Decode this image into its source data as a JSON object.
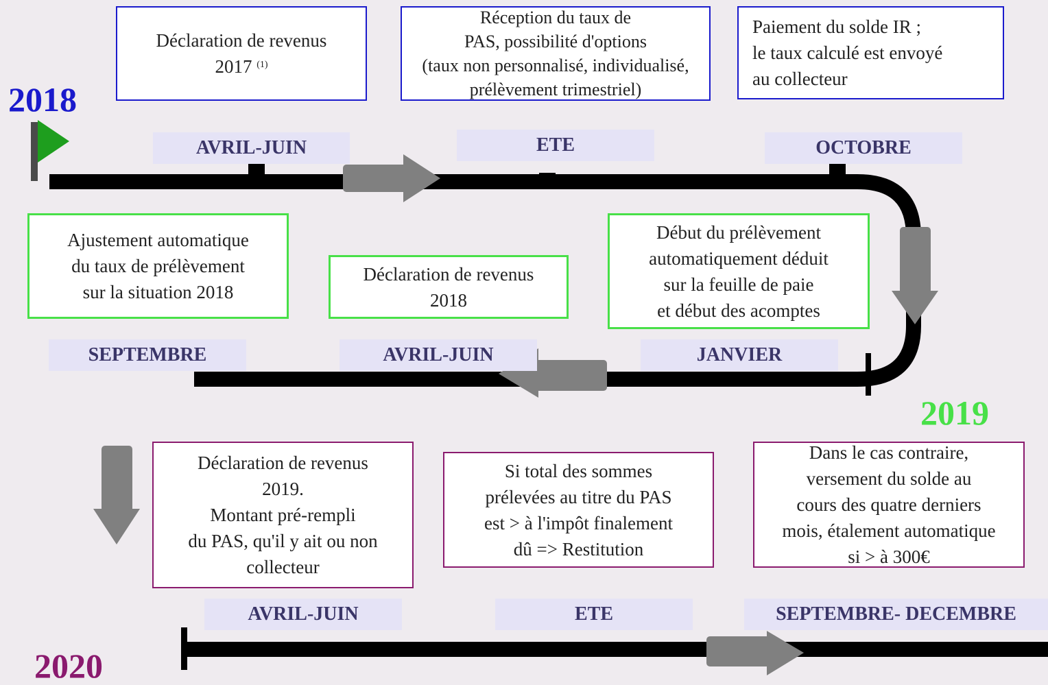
{
  "years": [
    "2018",
    "2019",
    "2020"
  ],
  "colors": {
    "year_2018": "#1a1acc",
    "year_2019": "#48e048",
    "year_2020": "#8a1a6e",
    "track": "#000000",
    "arrow": "#808080",
    "flag": "#1e9e1e"
  },
  "row1": {
    "boxes": [
      {
        "text": "Déclaration de revenus\n2017",
        "note": "(1)"
      },
      {
        "text": "Réception du taux de\nPAS, possibilité d'options\n(taux non personnalisé, individualisé,\nprélèvement trimestriel)"
      },
      {
        "text": "Paiement du solde IR ;\nle taux calculé est envoyé\nau collecteur"
      }
    ],
    "months": [
      "AVRIL-JUIN",
      "ETE",
      "OCTOBRE"
    ]
  },
  "row2": {
    "boxes": [
      {
        "text": "Ajustement automatique\ndu taux de prélèvement\nsur la situation 2018"
      },
      {
        "text": "Déclaration de revenus\n2018"
      },
      {
        "text": "Début du prélèvement\nautomatiquement déduit\nsur la feuille de paie\net début des acomptes"
      }
    ],
    "months": [
      "SEPTEMBRE",
      "AVRIL-JUIN",
      "JANVIER"
    ]
  },
  "row3": {
    "boxes": [
      {
        "text": "Déclaration de revenus\n2019.\nMontant pré-rempli\ndu PAS, qu'il y ait ou non\ncollecteur"
      },
      {
        "text": "Si total des sommes\nprélevées au titre du PAS\nest > à l'impôt finalement\ndû => Restitution"
      },
      {
        "text": "Dans le cas contraire,\nversement du solde au\ncours des quatre derniers\nmois, étalement automatique\nsi > à 300€"
      }
    ],
    "months": [
      "AVRIL-JUIN",
      "ETE",
      "SEPTEMBRE- DECEMBRE"
    ]
  }
}
